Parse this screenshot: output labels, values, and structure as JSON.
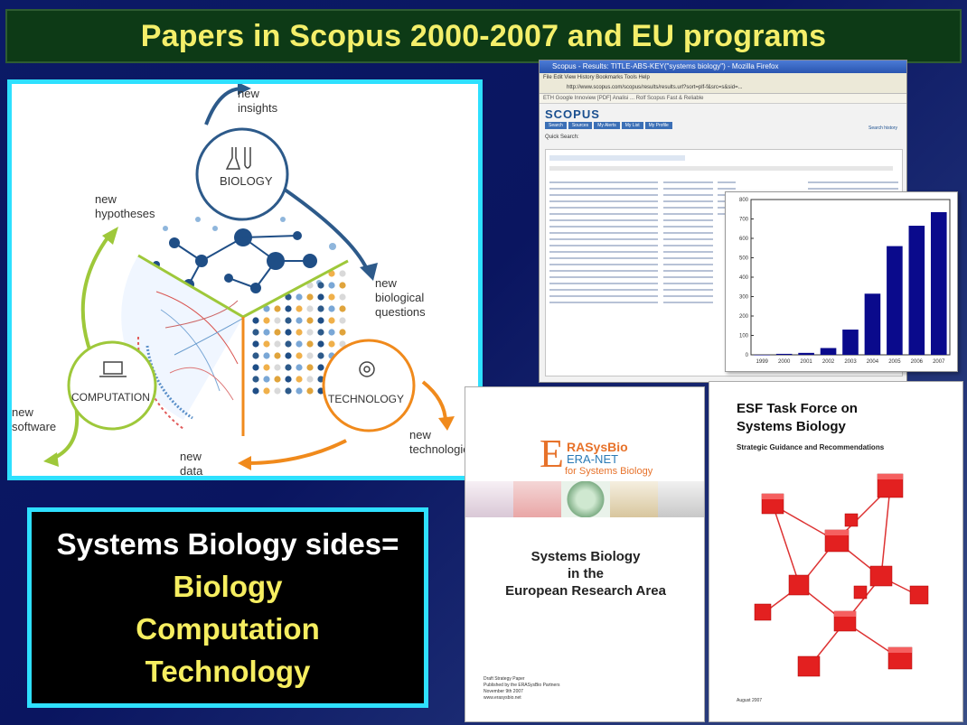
{
  "slide": {
    "title": "Papers in Scopus 2000-2007 and EU programs"
  },
  "diagram": {
    "nodes": {
      "biology": "BIOLOGY",
      "computation": "COMPUTATION",
      "technology": "TECHNOLOGY"
    },
    "labels": {
      "new_insights": "new\ninsights",
      "new_hypotheses": "new\nhypotheses",
      "new_biological_questions": "new\nbiological\nquestions",
      "new_software": "new\nsoftware",
      "new_data": "new\ndata",
      "new_technologies": "new\ntechnologies"
    },
    "colors": {
      "biology": "#2d5a8a",
      "computation": "#9ec83a",
      "technology": "#f08a1c"
    }
  },
  "sides_box": {
    "heading": "Systems Biology sides=",
    "items": [
      "Biology",
      "Computation",
      "Technology"
    ]
  },
  "scopus_screenshot": {
    "window_title": "Scopus - Results: TITLE-ABS-KEY(\"systems biology\") - Mozilla Firefox",
    "menu": "File  Edit  View  History  Bookmarks  Tools  Help",
    "address": "http://www.scopus.com/scopus/results/results.url?sort=plf-f&src=s&sid=...",
    "bookmarks": "ETH  Google  Innoview  [PDF] Analisi   ... Rolf  Scopus  Fast & Reliable",
    "logo": "SCOPUS",
    "nav": [
      "Search",
      "Sources",
      "My Alerts",
      "My List",
      "My Profile"
    ],
    "quick_search": "Quick Search:",
    "refine_link": "Search history"
  },
  "chart_data": {
    "type": "bar",
    "categories": [
      "1999",
      "2000",
      "2001",
      "2002",
      "2003",
      "2004",
      "2005",
      "2006",
      "2007"
    ],
    "values": [
      0,
      5,
      10,
      35,
      130,
      315,
      560,
      665,
      735
    ],
    "title": "",
    "xlabel": "",
    "ylabel": "",
    "ylim": [
      0,
      800
    ],
    "yticks": [
      0,
      100,
      200,
      300,
      400,
      500,
      600,
      700,
      800
    ],
    "bar_color": "#0a0a8c",
    "grid": false
  },
  "cover_erasysbio": {
    "logo_letter": "E",
    "logo_line1": "RASysBio",
    "logo_line2": "ERA-NET",
    "logo_line3": "for Systems Biology",
    "title_lines": [
      "Systems Biology",
      "in the",
      "European Research Area"
    ],
    "footer_lines": [
      "Draft Strategy Paper",
      "Published by the ERASysBio Partners",
      "November 9th 2007",
      "www.erasysbio.net"
    ]
  },
  "cover_esf": {
    "title_lines": [
      "ESF Task Force on",
      "Systems Biology"
    ],
    "subtitle": "Strategic Guidance and Recommendations",
    "footer": "August 2007"
  }
}
